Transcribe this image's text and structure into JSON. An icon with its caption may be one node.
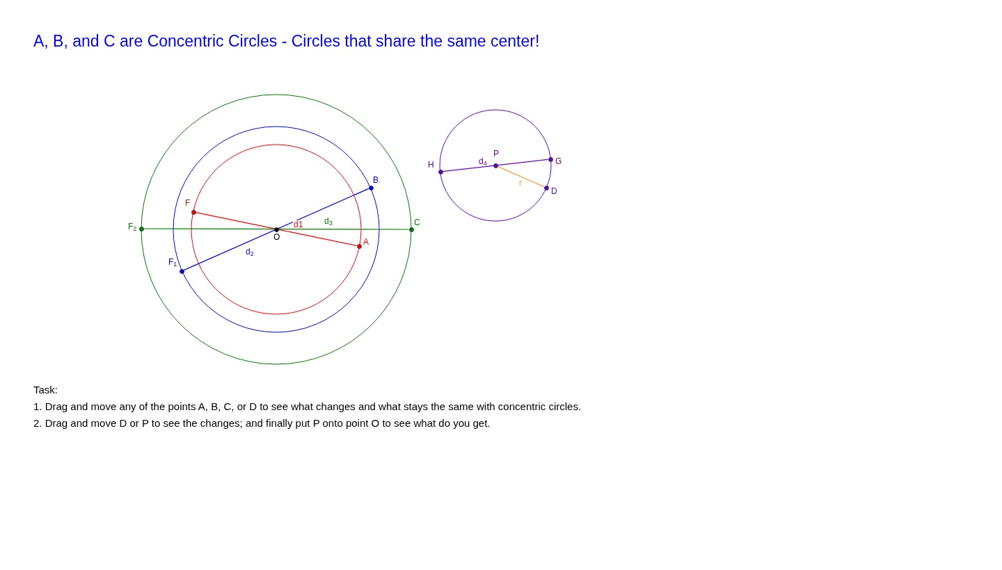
{
  "diagram": {
    "title": "A, B, and C are Concentric Circles - Circles that share the same center!",
    "nodes": [
      {
        "text": [],
        "shape": "circle",
        "beside": [
          "F"
        ]
      },
      {
        "text": [],
        "shape": "circle",
        "beside": [
          "A"
        ]
      },
      {
        "text": [],
        "shape": "circle",
        "beside": [
          "B"
        ]
      },
      {
        "text": [],
        "shape": "circle",
        "beside": [
          "F$_{1}$"
        ]
      },
      {
        "text": [],
        "shape": "circle",
        "beside": [
          "F$_{2}$"
        ]
      },
      {
        "text": [],
        "shape": "circle",
        "beside": [
          "C"
        ]
      },
      {
        "text": [],
        "shape": "circle",
        "beside": [
          "O"
        ]
      },
      {
        "text": [],
        "shape": "circle",
        "beside": [
          "H"
        ]
      },
      {
        "text": [],
        "shape": "circle",
        "beside": [
          "P"
        ]
      },
      {
        "text": [],
        "shape": "circle",
        "beside": [
          "G"
        ]
      },
      {
        "text": [],
        "shape": "circle",
        "beside": [
          "D"
        ]
      }
    ],
    "edges": [
      {
        "from": 0,
        "to": 1,
        "arrow": "none",
        "label": "d1",
        "color": "#ff0000"
      },
      {
        "from": 3,
        "to": 2,
        "arrow": "none",
        "label": "d$_{2}$",
        "color": "#0000ff"
      },
      {
        "from": 4,
        "to": 5,
        "arrow": "none",
        "label": "d$_{3}$",
        "color": "#008000"
      },
      {
        "from": 7,
        "to": 9,
        "arrow": "none",
        "label": "d$_{4}$",
        "color": "#6600cc"
      },
      {
        "from": 8,
        "to": 10,
        "arrow": "none",
        "label": "r",
        "color": "#ff9933"
      }
    ],
    "labels": [
      "Task:",
      "1. Drag and move any of the points A, B, C, or D to see what changes and what stays the same with concentric circles.",
      "2. Drag and move D or P to see the changes; and finally put P onto point O to see what do you get."
    ]
  }
}
